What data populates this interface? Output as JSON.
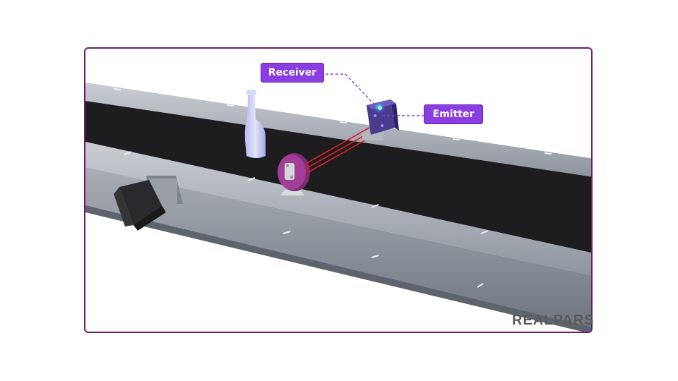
{
  "labels": {
    "receiver": "Receiver",
    "emitter": "Emitter"
  },
  "brand": {
    "logo_text": "REALPARS"
  },
  "colors": {
    "callout": "#8a3de0",
    "frame": "#6b1f6b",
    "belt": "#1d1d1f",
    "beam": "#d8202a",
    "reflector": "#9b3a8f"
  },
  "icons": {
    "motor": "stepper-motor-icon",
    "bottle": "bottle-icon",
    "reflector": "reflector-icon",
    "sensor": "photoelectric-sensor-icon"
  }
}
